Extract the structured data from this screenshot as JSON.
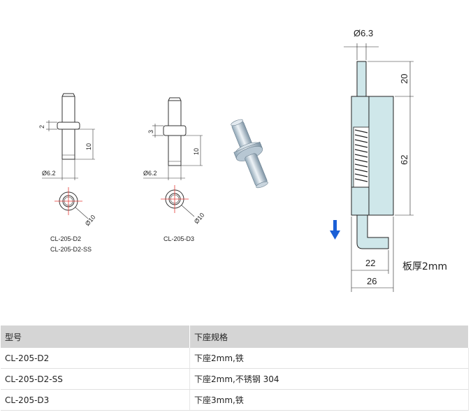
{
  "drawings": {
    "d2": {
      "dim_collar": "2",
      "dim_length": "10",
      "dim_diameter": "Ø6.2",
      "dim_outer": "Ø10",
      "labels": [
        "CL-205-D2",
        "CL-205-D2-SS"
      ]
    },
    "d3": {
      "dim_collar": "3",
      "dim_length": "10",
      "dim_diameter": "Ø6.2",
      "dim_outer": "Ø10",
      "labels": [
        "CL-205-D3"
      ]
    },
    "assembly": {
      "dim_pin": "Ø6.3",
      "dim_top": "20",
      "dim_body": "62",
      "dim_base": "22",
      "dim_total": "26",
      "plate_note": "板厚2mm"
    }
  },
  "table": {
    "headers": [
      "型号",
      "下座规格"
    ],
    "rows": [
      [
        "CL-205-D2",
        "下座2mm,铁"
      ],
      [
        "CL-205-D2-SS",
        "下座2mm,不锈钢 304"
      ],
      [
        "CL-205-D3",
        "下座3mm,铁"
      ]
    ]
  },
  "colors": {
    "part_fill": "#cfe7ea",
    "arrow": "#1a5fd6",
    "centerline": "#e53935",
    "header_bg": "#d5d5d5"
  }
}
